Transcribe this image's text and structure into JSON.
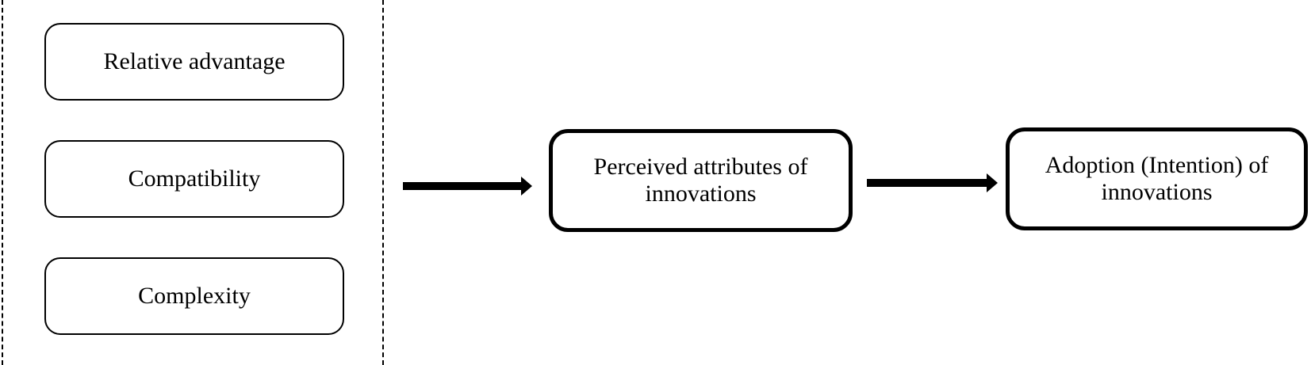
{
  "factors": [
    {
      "label": "Relative advantage"
    },
    {
      "label": "Compatibility"
    },
    {
      "label": "Complexity"
    }
  ],
  "perceived": {
    "line1": "Perceived attributes of",
    "line2": "innovations"
  },
  "adoption": {
    "line1": "Adoption (Intention) of",
    "line2": "innovations"
  }
}
